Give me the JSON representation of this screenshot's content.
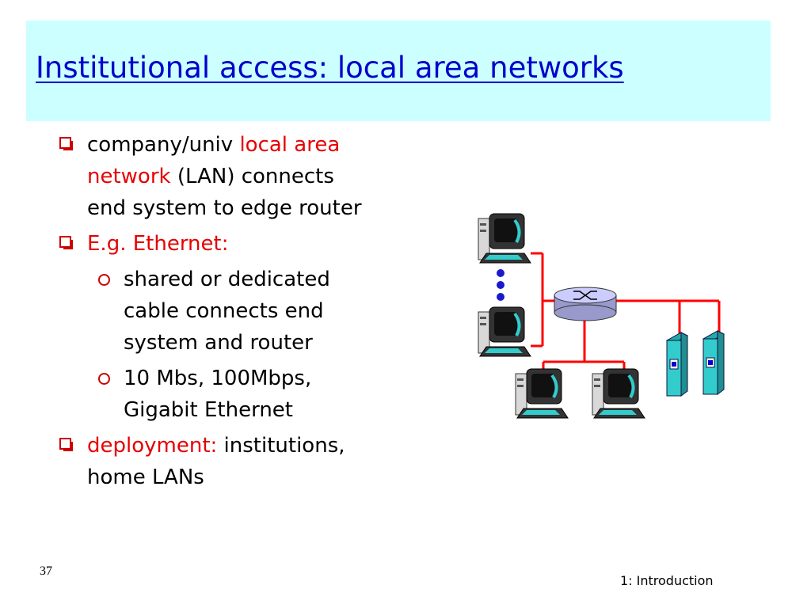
{
  "slide": {
    "title": "Institutional access: local area networks",
    "bullets": [
      {
        "lines": [
          "company/univ ",
          "local area",
          "network",
          " (LAN) connects",
          "end system to edge router"
        ]
      },
      {
        "text": "E.g. Ethernet:"
      },
      {
        "lines": [
          "shared or dedicated",
          "cable connects end",
          "system and router"
        ]
      },
      {
        "lines": [
          "10 Mbs, 100Mbps,",
          "Gigabit Ethernet"
        ]
      },
      {
        "lines": [
          "deployment:",
          " institutions,",
          "home LANs"
        ]
      }
    ],
    "slide_number": "37",
    "footer": "1: Introduction"
  },
  "colors": {
    "title_bg": "#ccffff",
    "title_text": "#0000cc",
    "highlight": "#e60000",
    "cable": "#ff0000",
    "router": "#ccccff",
    "server": "#33cccc"
  },
  "diagram": {
    "icons": [
      "computer-icon",
      "router-icon",
      "server-icon",
      "ellipsis-dots-icon"
    ]
  }
}
